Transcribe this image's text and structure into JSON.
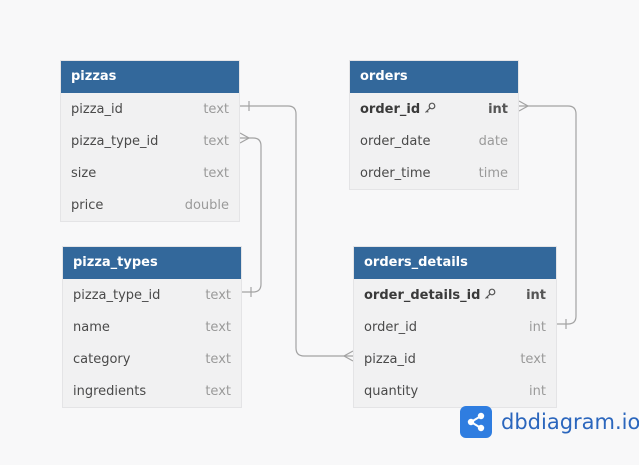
{
  "tables": {
    "pizzas": {
      "title": "pizzas",
      "fields": [
        {
          "name": "pizza_id",
          "type": "text"
        },
        {
          "name": "pizza_type_id",
          "type": "text"
        },
        {
          "name": "size",
          "type": "text"
        },
        {
          "name": "price",
          "type": "double"
        }
      ]
    },
    "pizza_types": {
      "title": "pizza_types",
      "fields": [
        {
          "name": "pizza_type_id",
          "type": "text"
        },
        {
          "name": "name",
          "type": "text"
        },
        {
          "name": "category",
          "type": "text"
        },
        {
          "name": "ingredients",
          "type": "text"
        }
      ]
    },
    "orders": {
      "title": "orders",
      "fields": [
        {
          "name": "order_id",
          "type": "int",
          "primary_key": true
        },
        {
          "name": "order_date",
          "type": "date"
        },
        {
          "name": "order_time",
          "type": "time"
        }
      ]
    },
    "orders_details": {
      "title": "orders_details",
      "fields": [
        {
          "name": "order_details_id",
          "type": "int",
          "primary_key": true
        },
        {
          "name": "order_id",
          "type": "int"
        },
        {
          "name": "pizza_id",
          "type": "text"
        },
        {
          "name": "quantity",
          "type": "int"
        }
      ]
    }
  },
  "relationships": [
    {
      "from": "pizzas.pizza_id",
      "to": "orders_details.pizza_id",
      "from_end": "one",
      "to_end": "many"
    },
    {
      "from": "pizza_types.pizza_type_id",
      "to": "pizzas.pizza_type_id",
      "from_end": "one",
      "to_end": "many"
    },
    {
      "from": "orders_details.order_id",
      "to": "orders.order_id",
      "from_end": "one",
      "to_end": "many"
    }
  ],
  "brand": {
    "name": "dbdiagram.io",
    "color": "#2b66bd",
    "logo_color": "#2f7de0",
    "icon": "share-nodes-icon"
  },
  "colors": {
    "header": "#33689b",
    "body": "#f1f1f2",
    "line": "#a3a3a3"
  }
}
